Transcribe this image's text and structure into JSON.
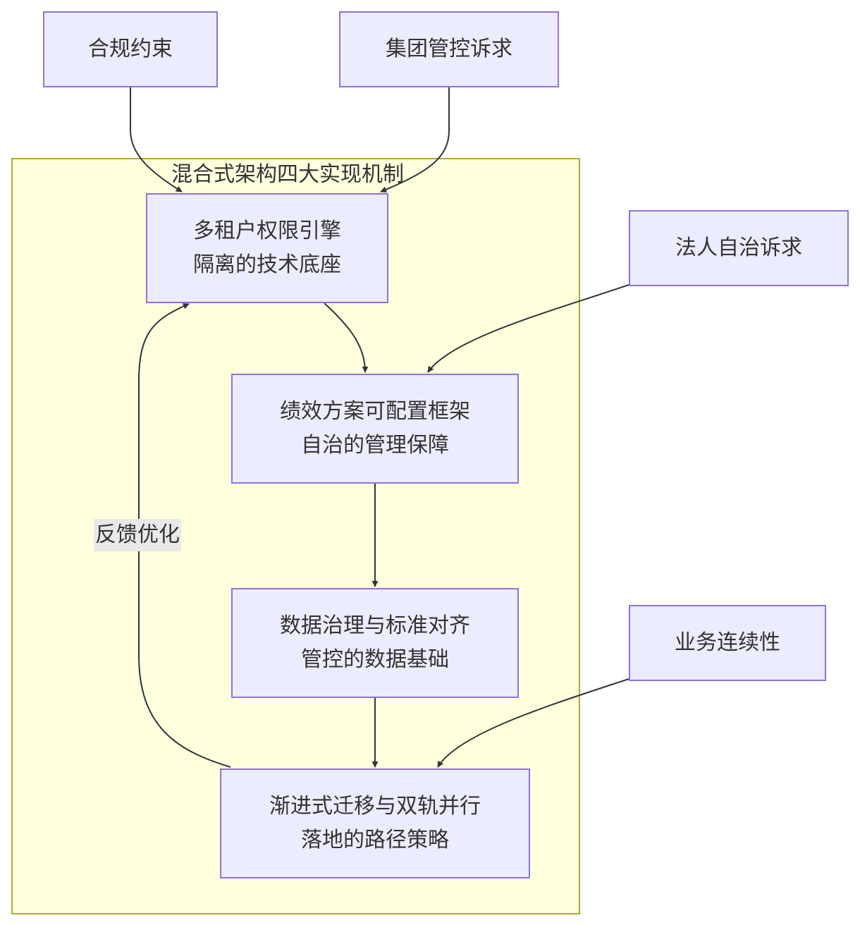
{
  "diagram": {
    "cluster": {
      "title": "混合式架构四大实现机制"
    },
    "nodes": {
      "compliance": {
        "label": "合规约束"
      },
      "group_control": {
        "label": "集团管控诉求"
      },
      "legal_autonomy": {
        "label": "法人自治诉求"
      },
      "business_continuity": {
        "label": "业务连续性"
      },
      "mechanism1": {
        "line1": "多租户权限引擎",
        "line2": "隔离的技术底座"
      },
      "mechanism2": {
        "line1": "绩效方案可配置框架",
        "line2": "自治的管理保障"
      },
      "mechanism3": {
        "line1": "数据治理与标准对齐",
        "line2": "管控的数据基础"
      },
      "mechanism4": {
        "line1": "渐进式迁移与双轨并行",
        "line2": "落地的路径策略"
      }
    },
    "edges": {
      "feedback_label": "反馈优化"
    },
    "colors": {
      "node_fill": "#ececff",
      "node_border": "#9370db",
      "cluster_fill": "#ffffde",
      "cluster_border": "#aaaa33",
      "edge": "#333333",
      "label_bg": "#e8e8e8"
    }
  }
}
